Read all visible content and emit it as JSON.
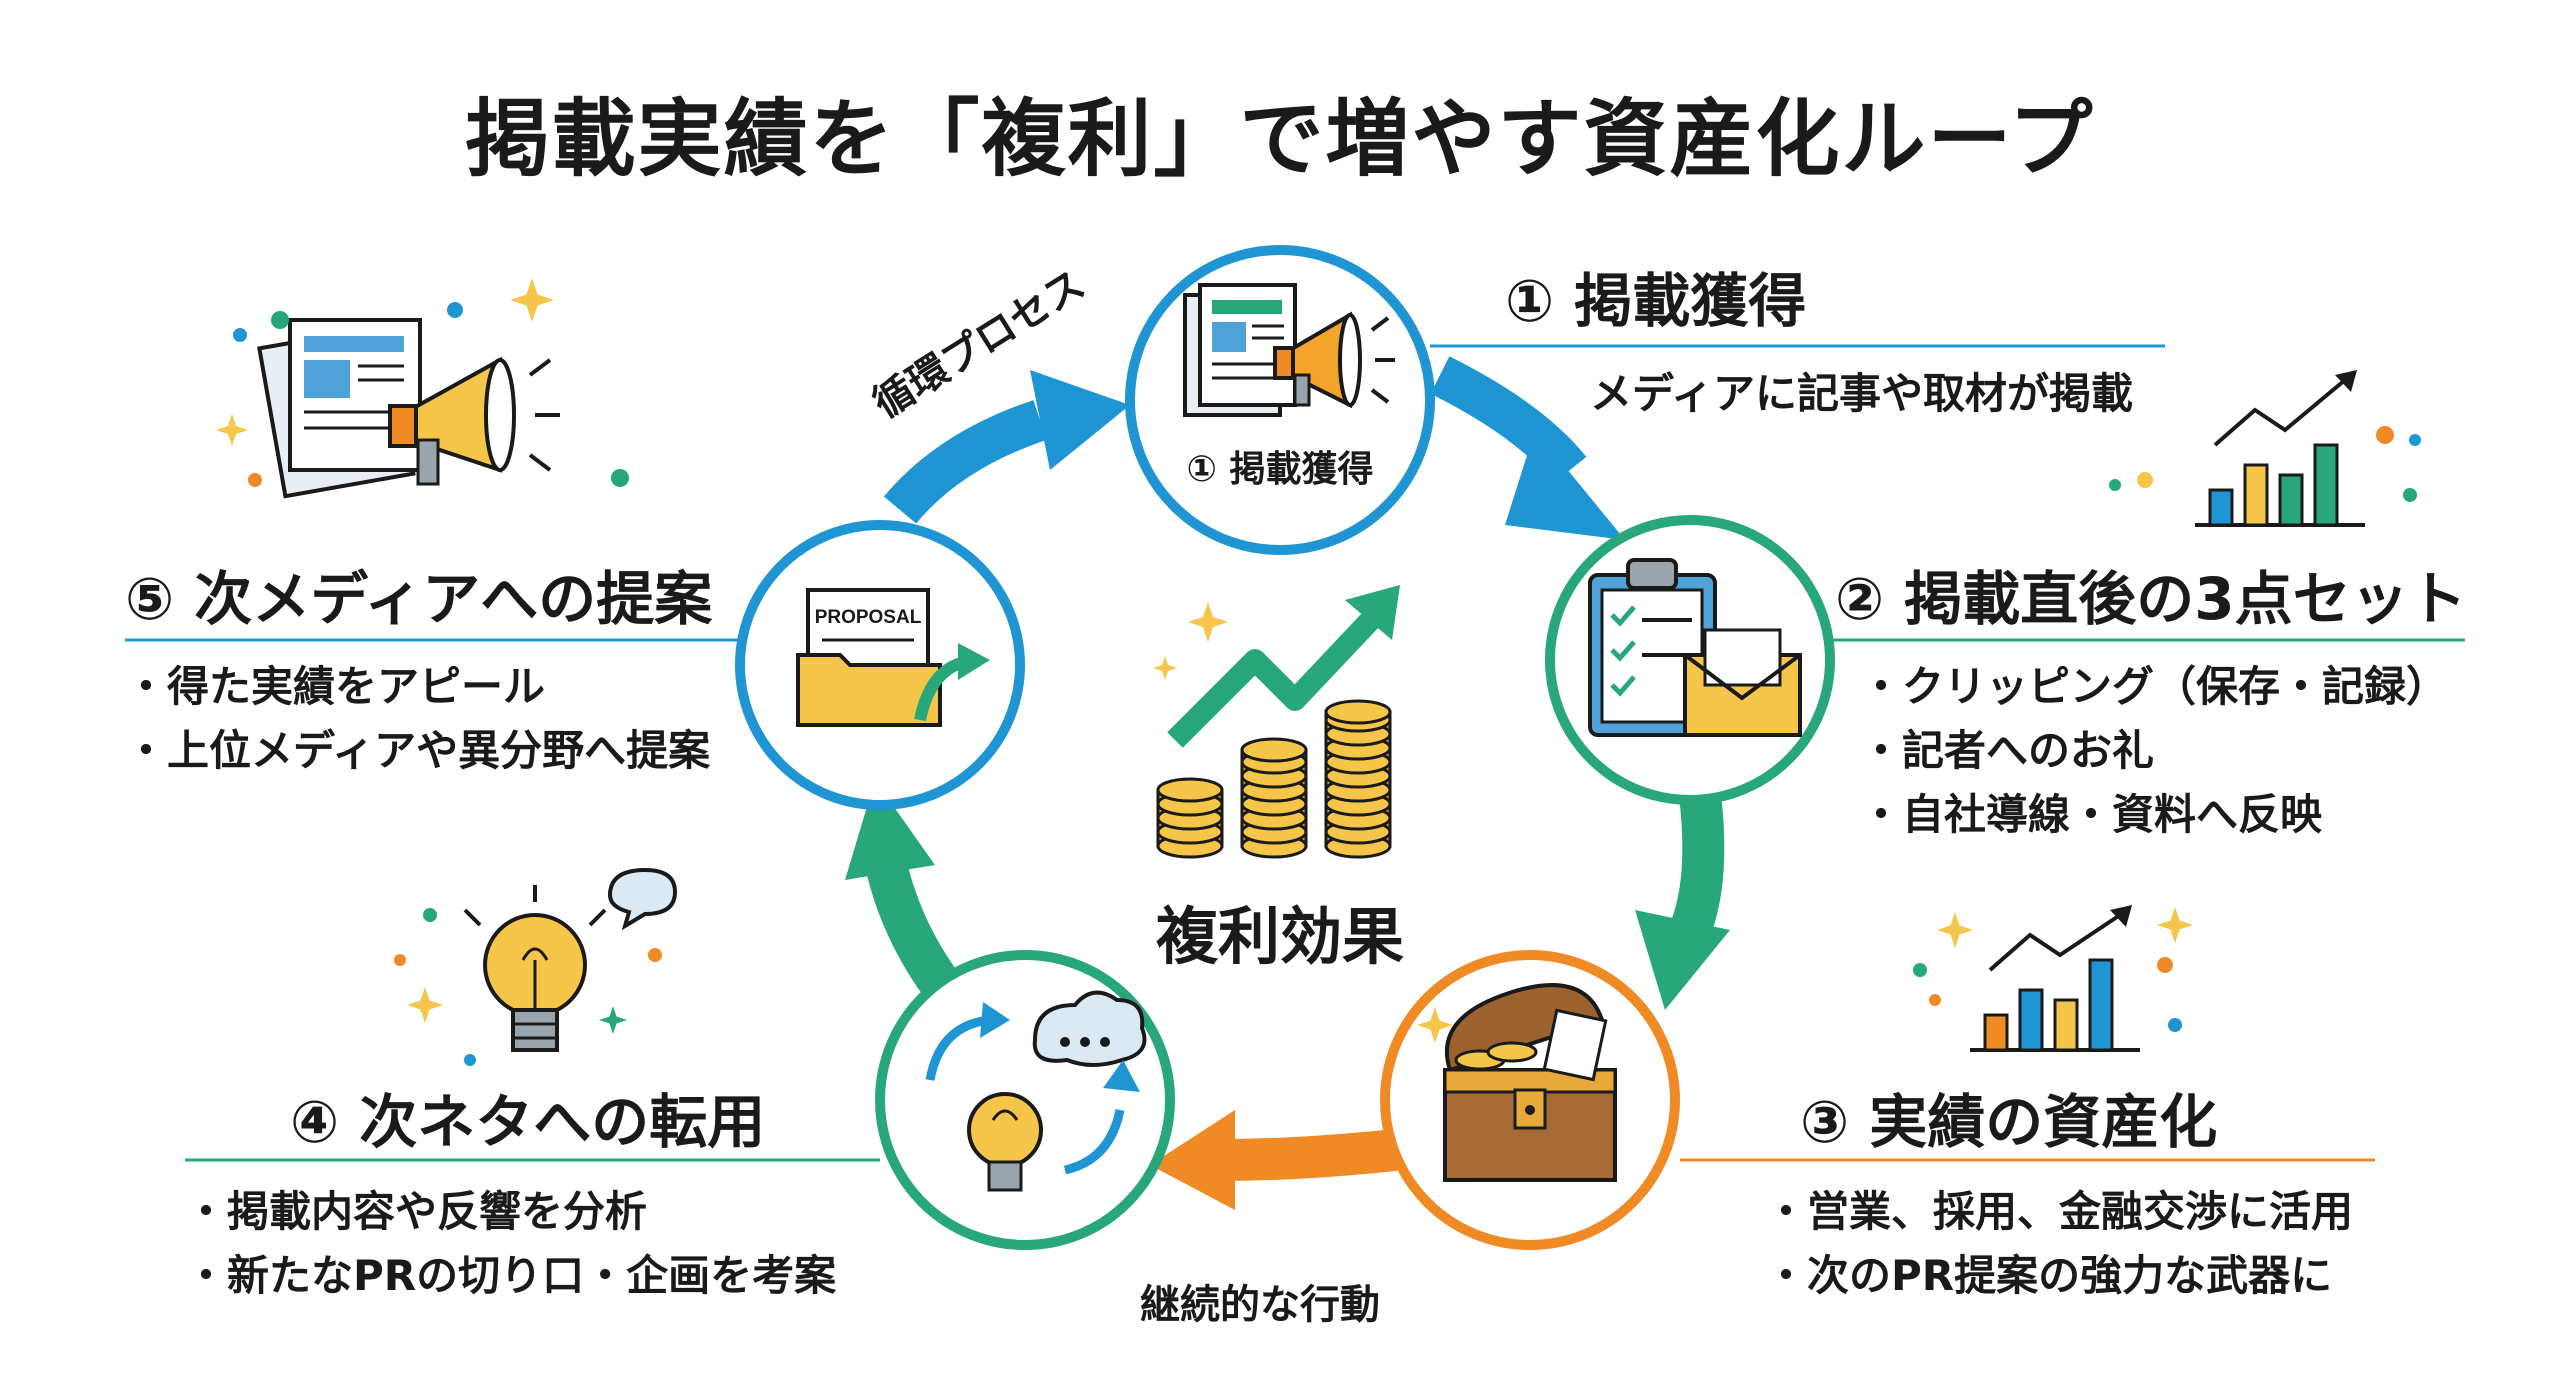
{
  "title": "掲載実績を「複利」で増やす資産化ループ",
  "cycle_label": "循環プロセス",
  "action_label": "継続的な行動",
  "center": {
    "label": "複利効果"
  },
  "steps": [
    {
      "title": "① 掲載獲得",
      "node_label": "① 掲載獲得",
      "bullets": [
        "メディアに記事や取材が掲載"
      ],
      "node_icon": "newspaper-megaphone-icon",
      "color": "#1f96d3"
    },
    {
      "title": "② 掲載直後の3点セット",
      "bullets": [
        "クリッピング（保存・記録）",
        "記者へのお礼",
        "自社導線・資料へ反映"
      ],
      "node_icon": "clipboard-envelope-icon",
      "color": "#27a77a"
    },
    {
      "title": "③ 実績の資産化",
      "bullets": [
        "営業、採用、金融交渉に活用",
        "次のPR提案の強力な武器に"
      ],
      "node_icon": "treasure-chest-icon",
      "color": "#f08a24"
    },
    {
      "title": "④ 次ネタへの転用",
      "bullets": [
        "掲載内容や反響を分析",
        "新たなPRの切り口・企画を考案"
      ],
      "node_icon": "lightbulb-idea-icon",
      "color": "#27a77a"
    },
    {
      "title": "⑤ 次メディアへの提案",
      "bullets": [
        "得た実績をアピール",
        "上位メディアや異分野へ提案"
      ],
      "node_icon": "proposal-folder-icon",
      "color": "#1f96d3",
      "proposal_text": "PROPOSAL"
    }
  ]
}
